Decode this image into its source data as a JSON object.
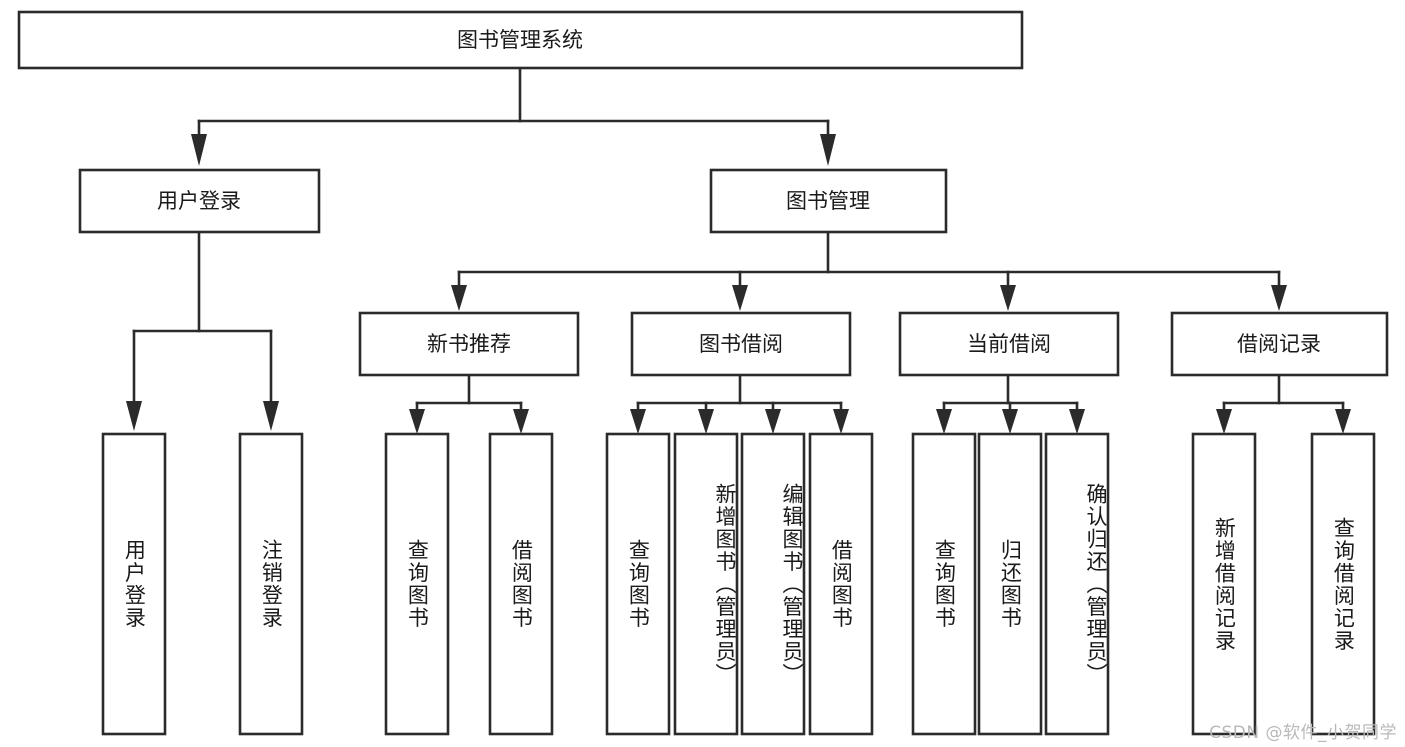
{
  "diagram": {
    "title": "图书管理系统",
    "watermark": "CSDN @软件_小贺同学",
    "colors": {
      "stroke": "#2b2b2b",
      "box_fill": "#ffffff",
      "text": "#1a1a1a",
      "watermark": "#b9b9b9",
      "background": "#ffffff"
    },
    "root": {
      "label": "图书管理系统"
    },
    "level1": [
      {
        "label": "用户登录"
      },
      {
        "label": "图书管理"
      }
    ],
    "level2": [
      {
        "label": "新书推荐"
      },
      {
        "label": "图书借阅"
      },
      {
        "label": "当前借阅"
      },
      {
        "label": "借阅记录"
      }
    ],
    "leaves": {
      "user_login": [
        {
          "label": "用户登录"
        },
        {
          "label": "注销登录"
        }
      ],
      "new_book_recommend": [
        {
          "label": "查询图书"
        },
        {
          "label": "借阅图书"
        }
      ],
      "book_borrow": [
        {
          "label": "查询图书"
        },
        {
          "label": "新增图书（管理员）"
        },
        {
          "label": "编辑图书（管理员）"
        },
        {
          "label": "借阅图书"
        }
      ],
      "current_borrow": [
        {
          "label": "查询图书"
        },
        {
          "label": "归还图书"
        },
        {
          "label": "确认归还（管理员）"
        }
      ],
      "borrow_record": [
        {
          "label": "新增借阅记录"
        },
        {
          "label": "查询借阅记录"
        }
      ]
    }
  }
}
